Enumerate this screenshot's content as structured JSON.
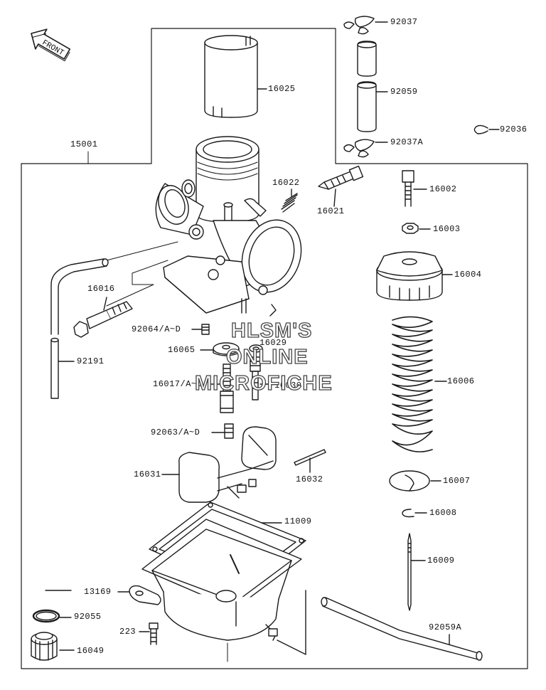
{
  "front_arrow": {
    "label": "FRONT"
  },
  "watermark": {
    "line1": "HLSM'S",
    "line2": "ONLINE",
    "line3": "MICROFICHE"
  },
  "parts": {
    "p92037": "92037",
    "p92059": "92059",
    "p92036": "92036",
    "p92037A": "92037A",
    "p16025": "16025",
    "p15001": "15001",
    "p16022": "16022",
    "p16021": "16021",
    "p16002": "16002",
    "p16003": "16003",
    "p16004": "16004",
    "p16016": "16016",
    "p92064": "92064/A~D",
    "p16029": "16029",
    "p16065": "16065",
    "p92191": "92191",
    "p16006": "16006",
    "p16017": "16017/A~D",
    "p16030": "16030",
    "p92063": "92063/A~D",
    "p16031": "16031",
    "p16032": "16032",
    "p16007": "16007",
    "p16008": "16008",
    "p11009": "11009",
    "p16009": "16009",
    "p13169": "13169",
    "p92055": "92055",
    "p92059A": "92059A",
    "p223": "223",
    "p16049": "16049"
  }
}
